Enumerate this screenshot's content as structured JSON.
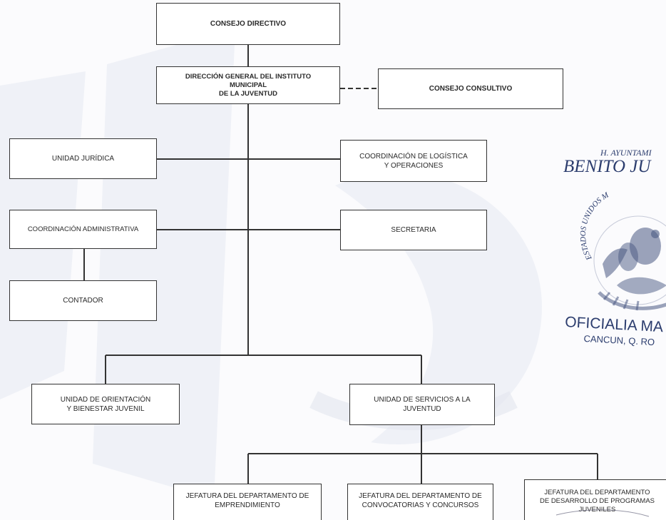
{
  "nodes": {
    "consejo_directivo": "CONSEJO DIRECTIVO",
    "direccion_general": "DIRECCIÓN GENERAL DEL INSTITUTO\nMUNICIPAL\nDE LA JUVENTUD",
    "consejo_consultivo": "CONSEJO CONSULTIVO",
    "unidad_juridica": "UNIDAD JURÍDICA",
    "coord_logistica": "COORDINACIÓN DE LOGÍSTICA\nY OPERACIONES",
    "coord_administrativa": "COORDINACIÓN ADMINISTRATIVA",
    "secretaria": "SECRETARIA",
    "contador": "CONTADOR",
    "unidad_orientacion": "UNIDAD DE ORIENTACIÓN\nY BIENESTAR JUVENIL",
    "unidad_servicios": "UNIDAD DE SERVICIOS A LA\nJUVENTUD",
    "jefatura_emprendimiento": "JEFATURA DEL DEPARTAMENTO DE\nEMPRENDIMIENTO",
    "jefatura_convocatorias": "JEFATURA DEL DEPARTAMENTO DE\nCONVOCATORIAS Y CONCURSOS",
    "jefatura_desarrollo": "JEFATURA DEL DEPARTAMENTO\nDE DESARROLLO DE PROGRAMAS\nJUVENILES"
  },
  "seal": {
    "line1": "H. AYUNTAMI",
    "line2": "BENITO JU",
    "arc": "ESTADOS UNIDOS M",
    "line3": "OFICIALIA MA",
    "line4": "CANCUN, Q. RO"
  },
  "colors": {
    "line": "#333333",
    "seal": "#2c3d6e",
    "watermark": "#dfe3ef"
  }
}
